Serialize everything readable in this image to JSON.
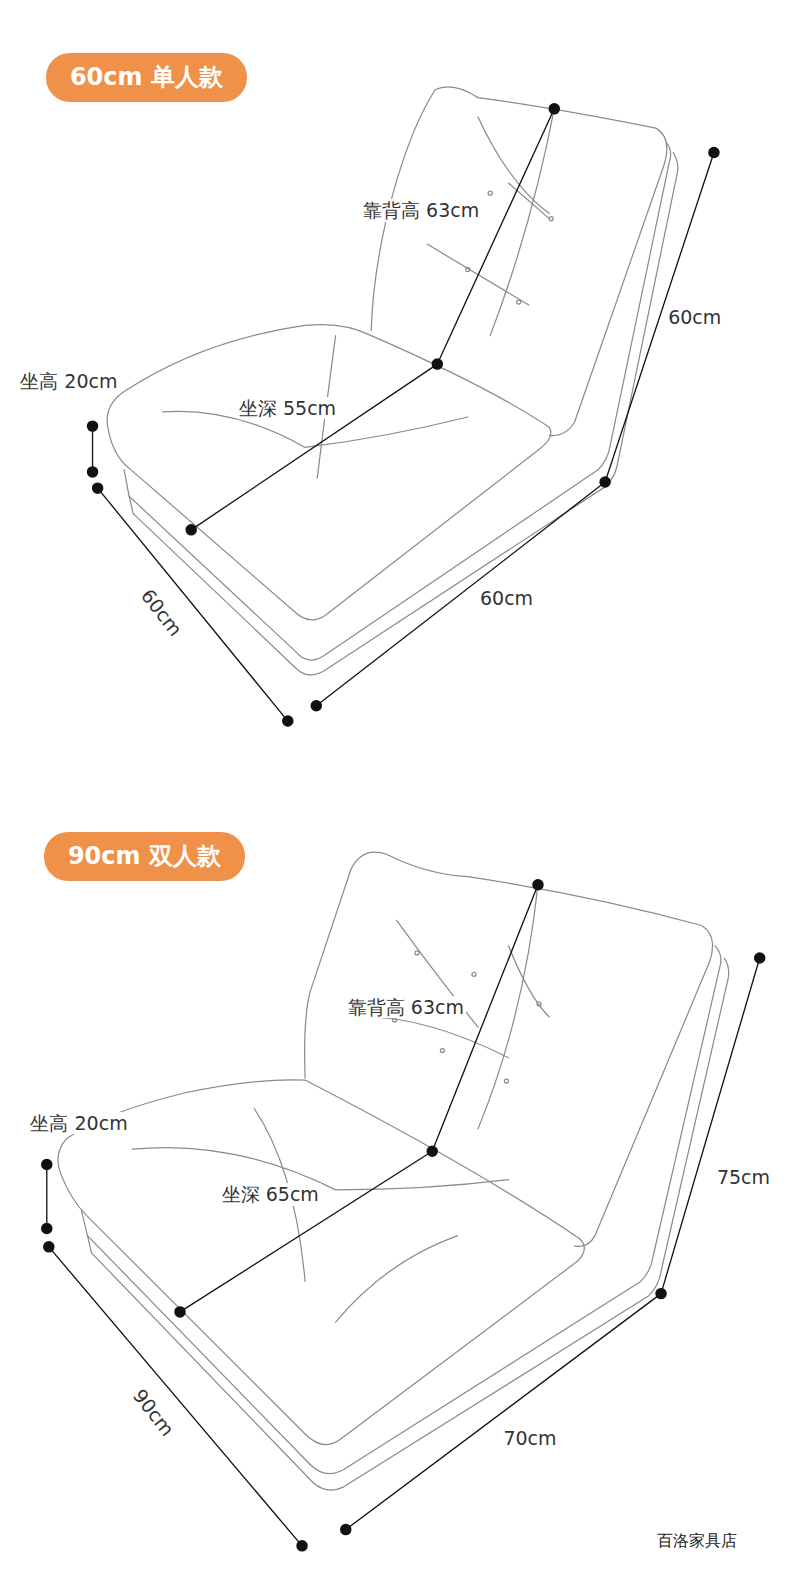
{
  "diagram": {
    "nodes": [
      {
        "text": [
          "60cm 单人款"
        ]
      },
      {
        "text": [
          "90cm 双人款"
        ]
      }
    ],
    "labels": [
      "靠背高 63cm",
      "60cm",
      "坐高 20cm",
      "坐深 55cm",
      "60cm",
      "60cm",
      "坐高 20cm",
      "靠背高 63cm",
      "坐深 65cm",
      "75cm",
      "90cm",
      "70cm",
      "百洛家具店"
    ]
  }
}
